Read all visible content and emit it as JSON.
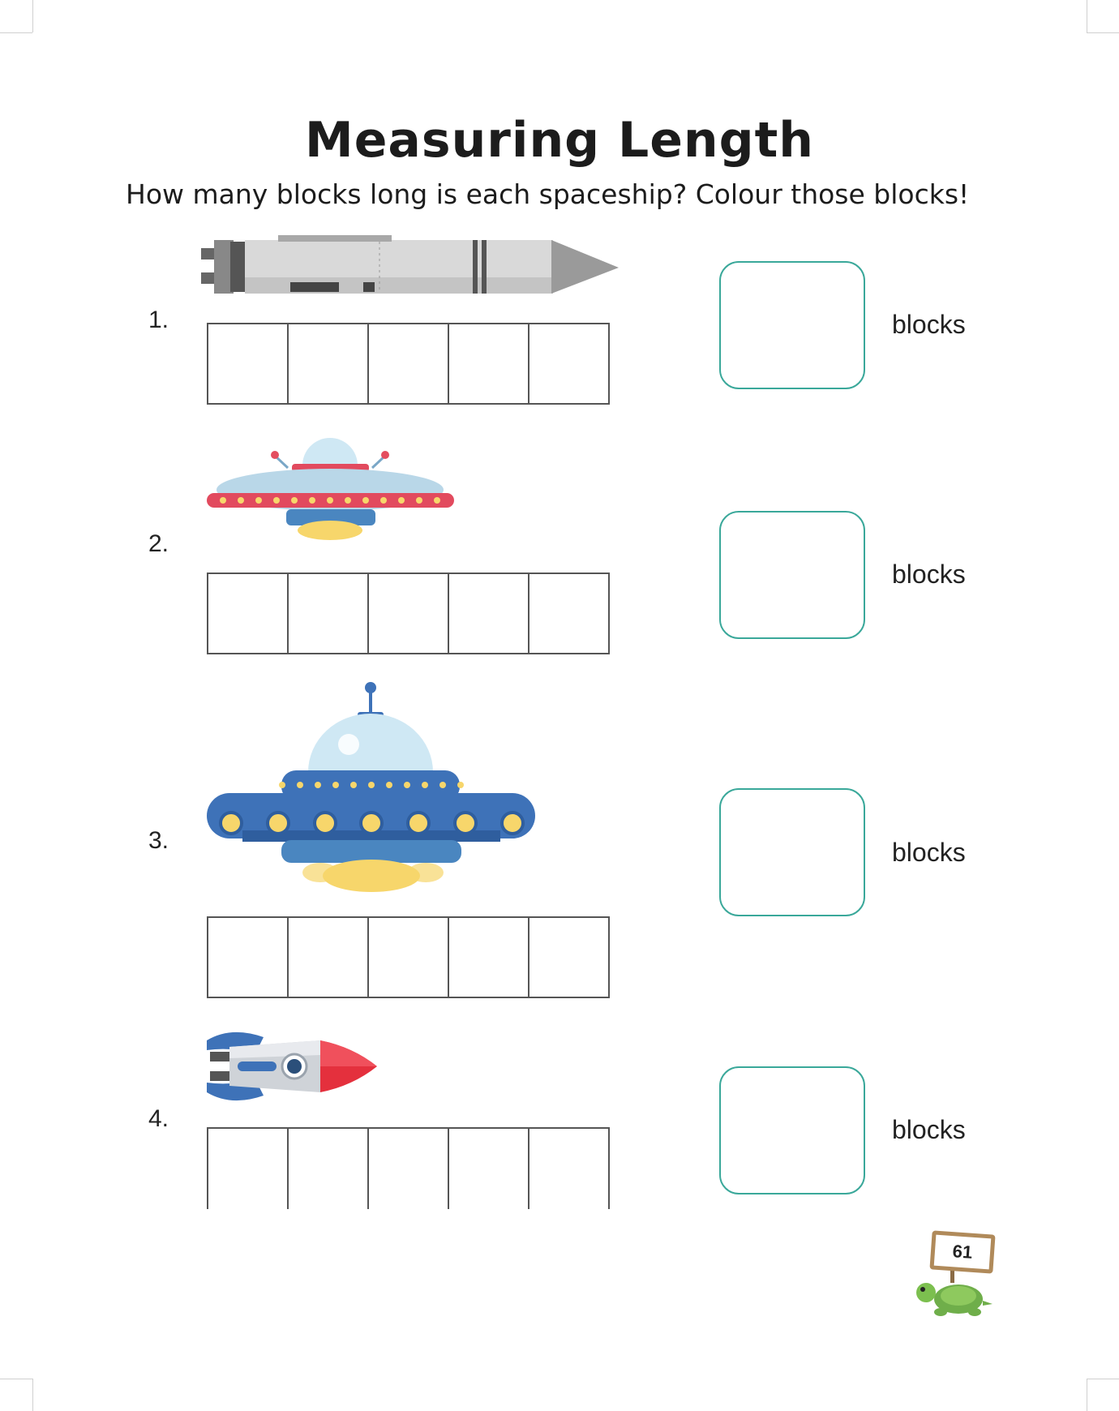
{
  "worksheet": {
    "title": "Measuring Length",
    "instruction": "How many blocks long is each spaceship? Colour those blocks!",
    "questions": [
      {
        "number": "1.",
        "answer_label": "blocks",
        "ship_icon": "rocket-ship-icon"
      },
      {
        "number": "2.",
        "answer_label": "blocks",
        "ship_icon": "small-ufo-icon"
      },
      {
        "number": "3.",
        "answer_label": "blocks",
        "ship_icon": "large-ufo-icon"
      },
      {
        "number": "4.",
        "answer_label": "blocks",
        "ship_icon": "small-rocket-icon"
      }
    ],
    "page_number": "61"
  },
  "colors": {
    "accent": "#3aa89a",
    "grid_border": "#555555"
  }
}
